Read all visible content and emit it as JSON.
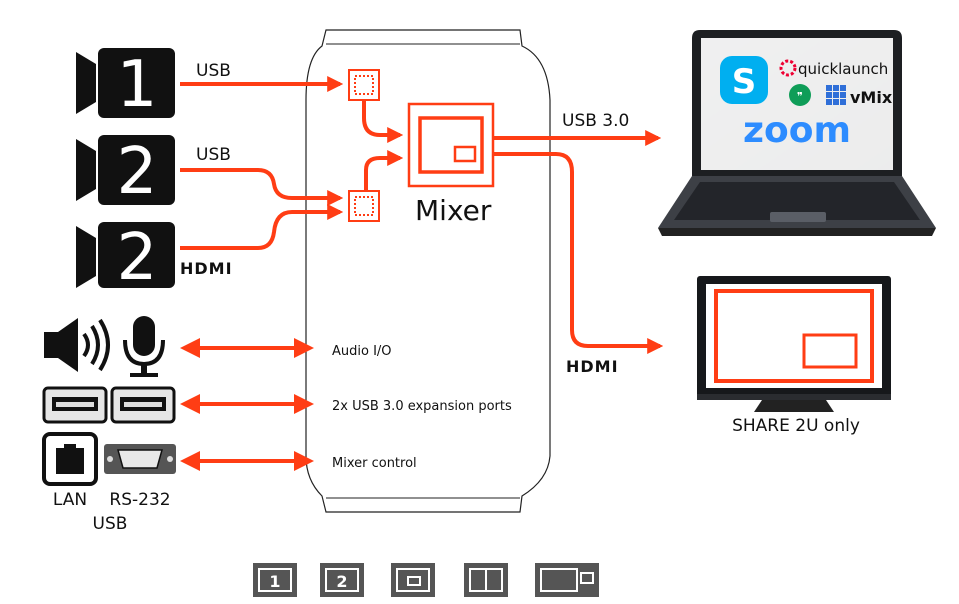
{
  "inputs": {
    "cam1_number": "1",
    "cam2_number": "2",
    "cam3_number": "2",
    "cam1_label": "USB",
    "cam2_label": "USB",
    "cam3_label": "HDMI"
  },
  "mixer": {
    "label": "Mixer"
  },
  "outputs": {
    "laptop_link": "USB 3.0",
    "tv_link": "HDMI",
    "tv_caption": "SHARE 2U only",
    "apps": {
      "quicklaunch": "quicklaunch",
      "vmix": "vMix",
      "zoom": "zoom"
    }
  },
  "ports": {
    "audio": "Audio I/O",
    "usb_expansion": "2x USB 3.0 expansion ports",
    "control": "Mixer control",
    "lan": "LAN",
    "rs232": "RS-232",
    "usb": "USB"
  },
  "layout_buttons": [
    "1",
    "2"
  ],
  "colors": {
    "accent": "#ff3d14",
    "dark": "#111111",
    "zoom": "#2d8cff",
    "skype": "#00aff0"
  }
}
